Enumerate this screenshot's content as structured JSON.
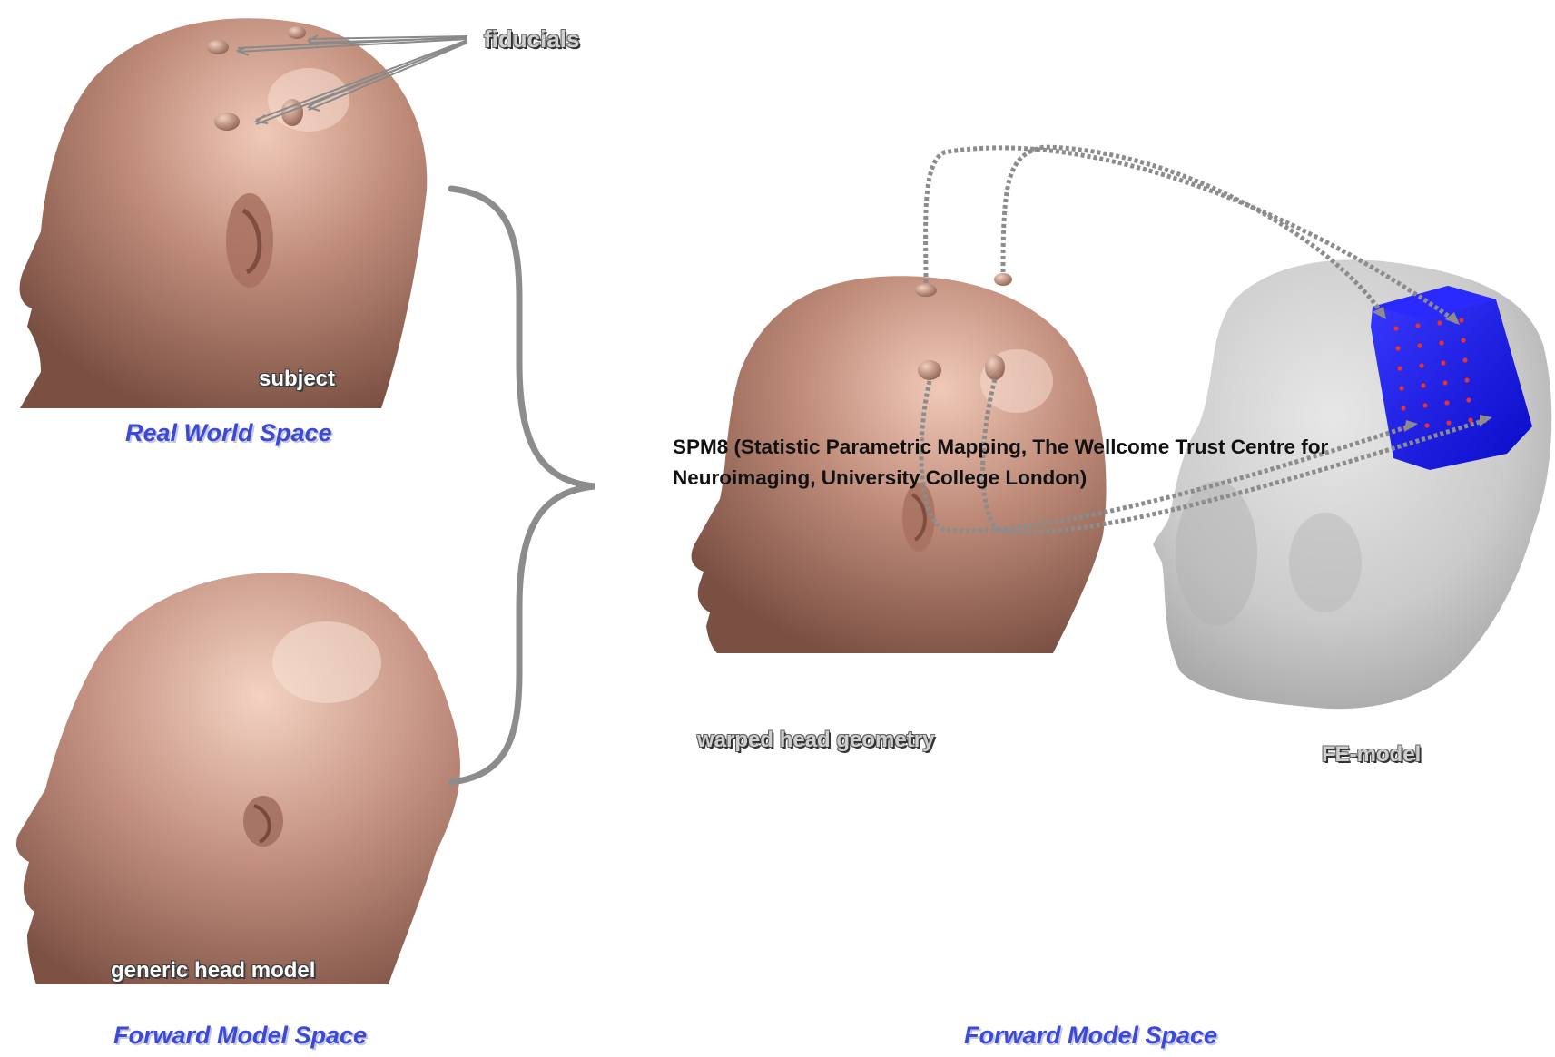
{
  "labels": {
    "fiducials": "fiducials",
    "subject": "subject",
    "real_world_space": "Real World Space",
    "generic_head_model": "generic head model",
    "forward_model_space_left": "Forward Model Space",
    "forward_model_space_right": "Forward Model Space",
    "spm8_caption": "SPM8 (Statistic Parametric Mapping, The Wellcome Trust Centre for Neuroimaging, University College London)",
    "warped_head_geometry": "warped head geometry",
    "fe_model": "FE-model"
  },
  "colors": {
    "skin": "#c08c7a",
    "fe_model_gray": "#c8c8c8",
    "electrode_block_blue": "#1414e6",
    "electrode_dot_red": "#e63232",
    "space_label_blue": "#3a49d8",
    "connector_gray": "#8c8c8c"
  },
  "electrode_grid": {
    "columns": 4,
    "rows": 6
  }
}
